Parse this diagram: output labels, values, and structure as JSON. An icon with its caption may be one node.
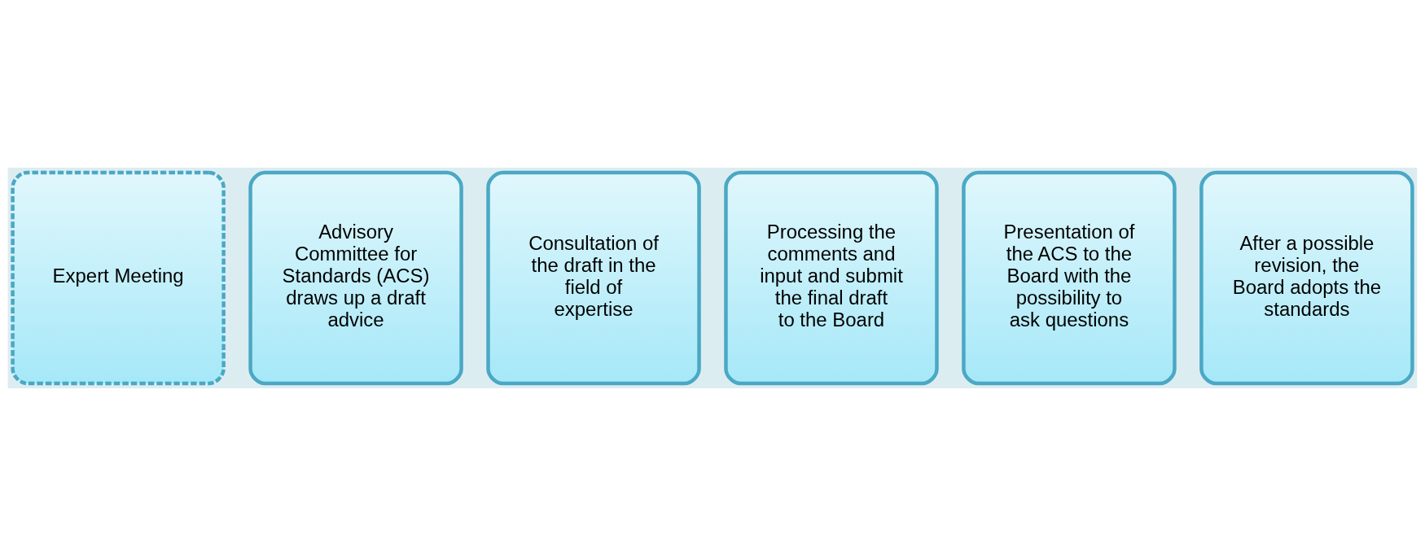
{
  "diagram": {
    "nodes": [
      {
        "text": [
          "Expert Meeting"
        ]
      },
      {
        "text": [
          "Advisory Committee for Standards (ACS) draws up a draft advice"
        ]
      },
      {
        "text": [
          "Consultation of the draft in the field of expertise"
        ]
      },
      {
        "text": [
          "Processing the comments and input and submit the final draft to the Board"
        ]
      },
      {
        "text": [
          "Presentation of the ACS to the Board with the possibility to ask questions"
        ]
      },
      {
        "text": [
          "After a possible revision, the Board adopts the standards"
        ]
      }
    ]
  }
}
